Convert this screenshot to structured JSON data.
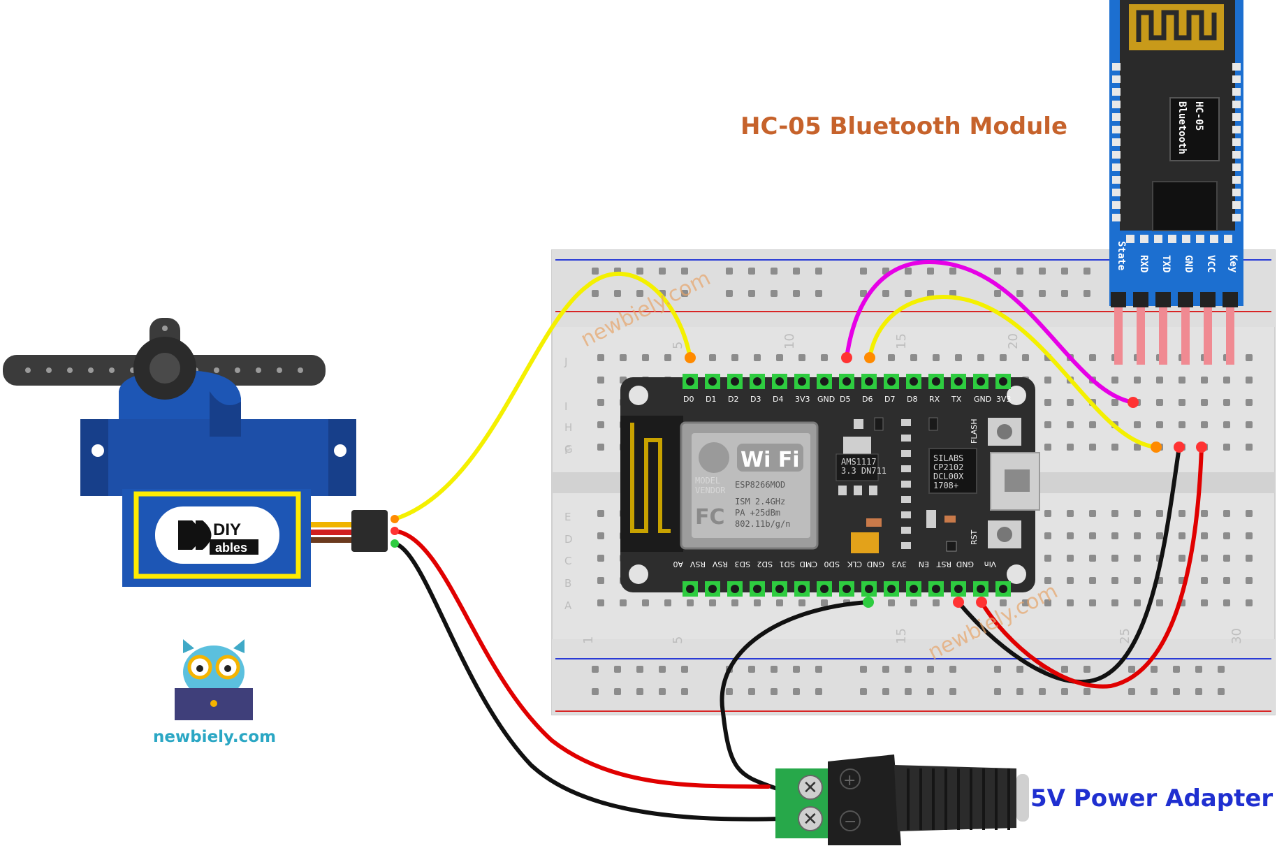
{
  "labels": {
    "bluetooth_module": "HC-05 Bluetooth Module",
    "power_adapter": "5V Power Adapter"
  },
  "hc05": {
    "chip_text": "HC-05",
    "chip_subtext": "Bluetooth",
    "pins": [
      "State",
      "RXD",
      "TXD",
      "GND",
      "VCC",
      "Key"
    ]
  },
  "esp8266": {
    "top_pins": [
      "D0",
      "D1",
      "D2",
      "D3",
      "D4",
      "3V3",
      "GND",
      "D5",
      "D6",
      "D7",
      "D8",
      "RX",
      "TX",
      "GND",
      "3V3"
    ],
    "bottom_pins": [
      "A0",
      "RSV",
      "RSV",
      "SD3",
      "SD2",
      "SD1",
      "CMD",
      "SD0",
      "CLK",
      "GND",
      "3V3",
      "EN",
      "RST",
      "GND",
      "Vin"
    ],
    "flash_label": "FLASH",
    "rst_label": "RST",
    "wifi_text": "Wi Fi",
    "module_lines": [
      "MODEL",
      "VENDOR",
      "ESP8266MOD",
      "ISM 2.4GHz",
      "PA  +25dBm",
      "802.11b/g/n"
    ],
    "fc_text": "FC",
    "reg_lines": [
      "AMS1117",
      "3.3  DN711"
    ],
    "usb_lines": [
      "SILABS",
      "CP2102",
      "DCL00X",
      "1708+"
    ]
  },
  "breadboard": {
    "row_labels_top": [
      "J",
      "I",
      "H",
      "G",
      "F"
    ],
    "row_labels_bottom": [
      "E",
      "D",
      "C",
      "B",
      "A"
    ],
    "column_numbers_top": [
      "5",
      "10",
      "15",
      "20"
    ],
    "column_numbers_bottom": [
      "1",
      "5",
      "15",
      "25",
      "30"
    ]
  },
  "servo": {
    "brand_line1": "DIY",
    "brand_line2": "ables"
  },
  "watermarks": [
    "newbiely.com",
    "newbiely.com"
  ],
  "logo": {
    "text": "newbiely.com"
  },
  "adapter": {
    "plus": "+",
    "minus": "−"
  },
  "colors": {
    "wire_yellow": "#f4f000",
    "wire_magenta": "#e600e6",
    "wire_red": "#e00000",
    "wire_black": "#111111",
    "board": "#2d2d2d",
    "module_blue": "#1c6fd0",
    "servo_blue": "#1d56b5"
  }
}
